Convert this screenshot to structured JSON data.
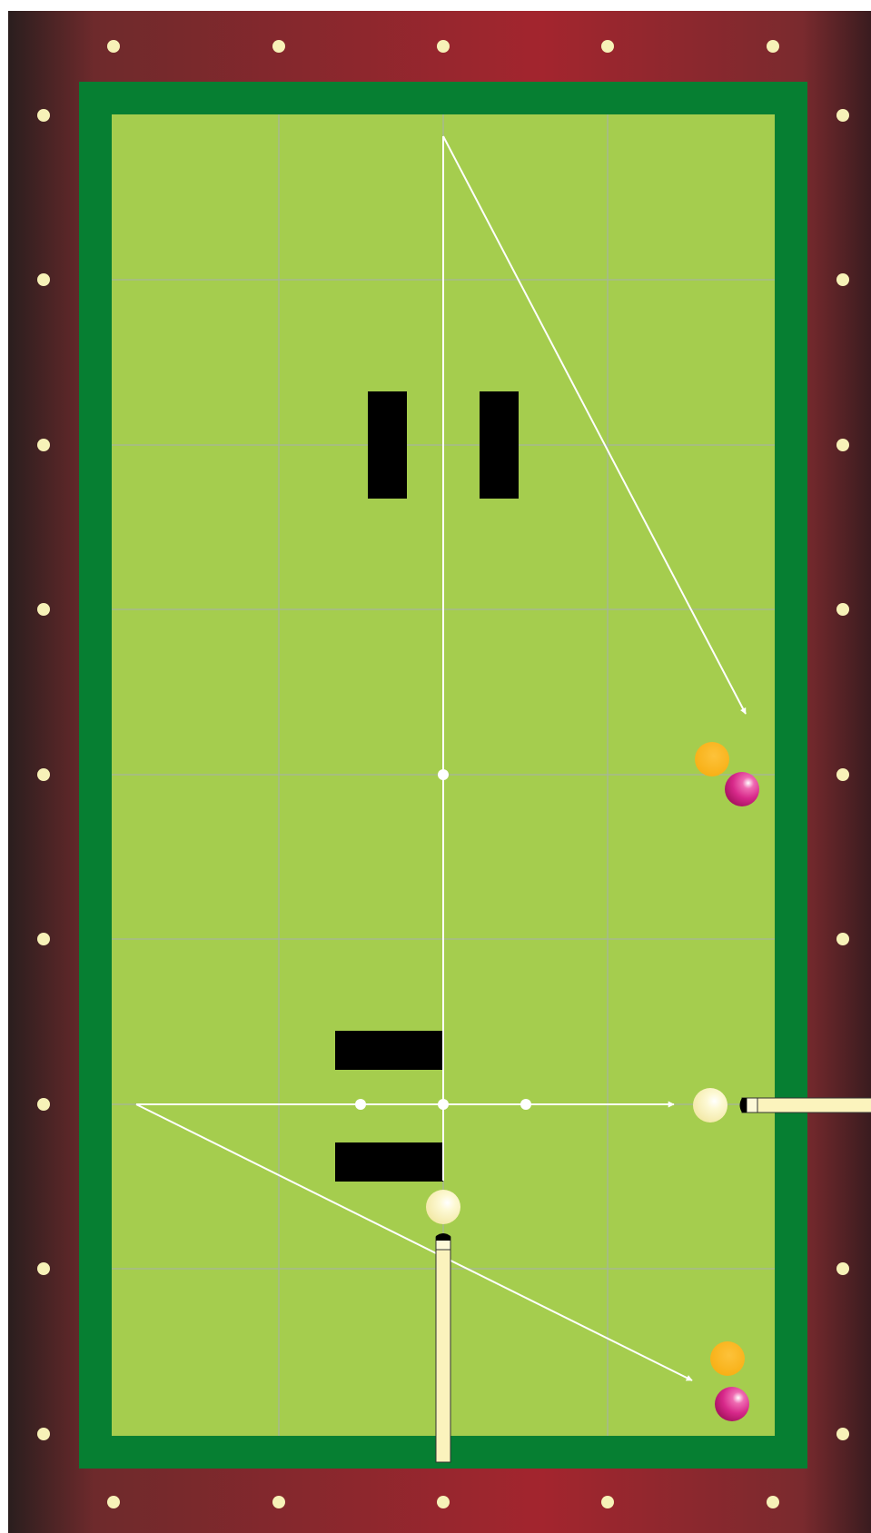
{
  "table": {
    "rail_colors": [
      "#2a1e1e",
      "#6e2a2c",
      "#a3252e",
      "#7a2a2e",
      "#3a1c1f"
    ],
    "cushion_color": "#067f32",
    "cloth_color": "#a5cd4e",
    "grid_color": "#a7aeae",
    "diamond_color": "#f7f2b8",
    "arrow_color": "#ffffff",
    "blocker_color": "#000000"
  },
  "balls": {
    "cue": "cue-ball",
    "object_yellow": "yellow-ball",
    "object_red": "red-ball",
    "colors": {
      "cue": "#fbf6c4",
      "yellow": "#fdb818",
      "red": "#d7288a"
    }
  },
  "cue_stick": {
    "shaft_color": "#fbf3bd",
    "tip_color": "#000000"
  }
}
